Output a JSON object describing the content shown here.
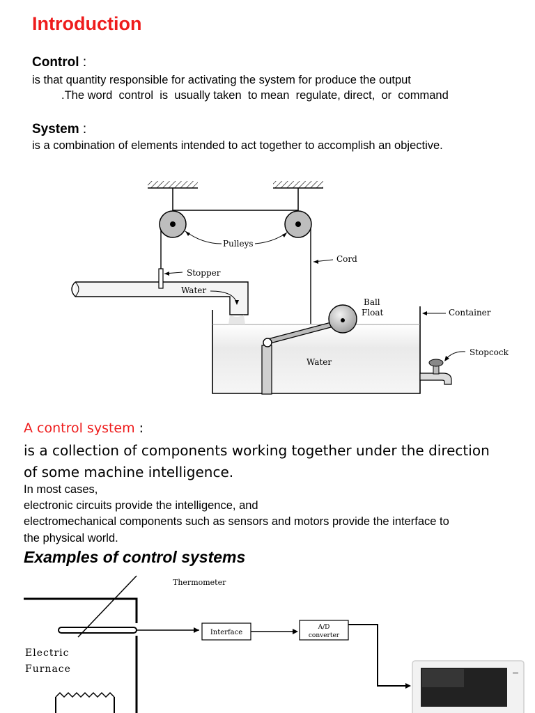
{
  "intro": {
    "heading": "Introduction",
    "control_term": "Control",
    "control_colon": " :",
    "control_def_1": "is that quantity responsible for activating the system for produce the output",
    "control_def_2": ".The word  control  is  usually taken  to mean  regulate, direct,  or  command",
    "system_term": "System",
    "system_colon": " :",
    "system_def": "is a combination of elements intended to act together to accomplish an objective."
  },
  "diagram1": {
    "pulleys": "Pulleys",
    "cord": "Cord",
    "stopper": "Stopper",
    "water_in": "Water",
    "ball": "Ball",
    "float": "Float",
    "container": "Container",
    "stopcock": "Stopcock",
    "water_tank": "Water"
  },
  "control_system": {
    "term": "A control system",
    "colon": " :",
    "def_1": "is a collection of components working together under the direction",
    "def_2": "of some machine intelligence.",
    "line_1": "In most cases,",
    "line_2": "electronic circuits provide the intelligence, and",
    "line_3": "electromechanical components such as sensors and motors provide the interface to",
    "line_4": "the physical world."
  },
  "examples": {
    "heading": "Examples of control systems",
    "thermometer": "Thermometer",
    "interface": "Interface",
    "ad": "A/D",
    "converter": "converter",
    "electric": "Electric",
    "furnace": "Furnace"
  },
  "colors": {
    "accent_red": "#ee1c1c"
  }
}
